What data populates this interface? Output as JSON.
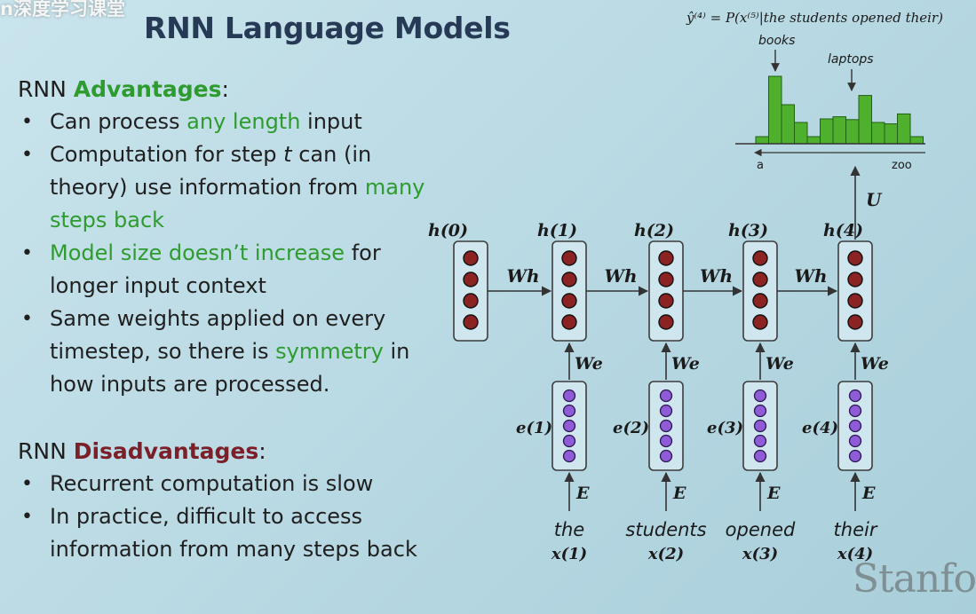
{
  "watermark": {
    "brand": "n深度学习课堂"
  },
  "slide": {
    "title": "RNN Language Models",
    "corner_text": "Stanfo"
  },
  "advantages": {
    "prefix": "RNN ",
    "label": "Advantages",
    "suffix": ":",
    "items": [
      {
        "pre": "Can process ",
        "em": "any length",
        "post": " input"
      },
      {
        "pre": "Computation for step ",
        "em_italic": "t",
        "post": " can (in theory) use information from ",
        "em": "many steps back"
      },
      {
        "em": "Model size doesn’t increase",
        "post": " for longer input context"
      },
      {
        "pre": "Same weights applied on every timestep, so there is ",
        "em": "symmetry",
        "post": " in how inputs are processed."
      }
    ]
  },
  "disadvantages": {
    "prefix": "RNN ",
    "label": "Disadvantages",
    "suffix": ":",
    "items": [
      "Recurrent computation is slow",
      "In practice, difficult to access information from many steps back"
    ]
  },
  "diagram": {
    "output_formula": "ŷ⁽⁴⁾ = P(x⁽⁵⁾|the students opened their)",
    "hist_labels": {
      "first": "books",
      "second": "laptops",
      "left": "a",
      "right": "zoo"
    },
    "hist_values": [
      0.1,
      0.95,
      0.55,
      0.3,
      0.1,
      0.35,
      0.38,
      0.34,
      0.68,
      0.3,
      0.28,
      0.42,
      0.1
    ],
    "hidden_labels": [
      "h(0)",
      "h(1)",
      "h(2)",
      "h(3)",
      "h(4)"
    ],
    "recurrent_weight": "Wh",
    "embed_weight": "We",
    "embed_labels": [
      "e(1)",
      "e(2)",
      "e(3)",
      "e(4)"
    ],
    "input_weight": "E",
    "output_weight": "U",
    "words": [
      "the",
      "students",
      "opened",
      "their"
    ],
    "input_labels": [
      "x(1)",
      "x(2)",
      "x(3)",
      "x(4)"
    ]
  },
  "colors": {
    "hidden_dot": "#8b2323",
    "embed_dot": "#8f5bd6",
    "box_fill": "#cfe6ef",
    "box_stroke": "#3c3c3c",
    "bar_fill": "#4fb02d",
    "bar_stroke": "#1f5f12",
    "text_green": "#2e9b2e",
    "text_red": "#7b1f28"
  }
}
